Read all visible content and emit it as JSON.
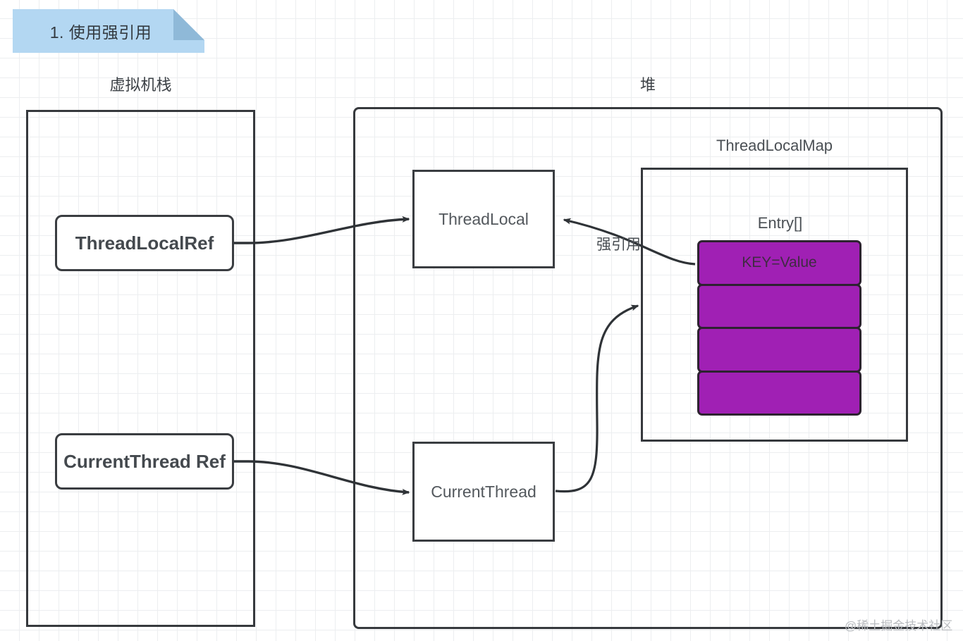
{
  "title": {
    "banner_text": "1. 使用强引用"
  },
  "regions": {
    "stack_caption": "虚拟机栈",
    "heap_caption": "堆"
  },
  "stack": {
    "refs": [
      {
        "name": "threadlocal-ref",
        "line1": "ThreadLocal",
        "line2": "Ref"
      },
      {
        "name": "current-thread-ref",
        "line1": "Current",
        "line2": "Thread Ref"
      }
    ]
  },
  "heap": {
    "threadlocal_box": "ThreadLocal",
    "current_thread_box_line1": "Current",
    "current_thread_box_line2": "Thread",
    "threadlocalmap_label": "ThreadLocalMap",
    "entry_array_label": "Entry[]",
    "entries": [
      {
        "label": "KEY=Value"
      },
      {
        "label": ""
      },
      {
        "label": ""
      },
      {
        "label": ""
      }
    ]
  },
  "edges": {
    "strong_ref_label": "强引用"
  },
  "colors": {
    "banner_fill": "#b3d7f2",
    "banner_fold": "#8fb9d8",
    "entry_fill": "#a020b4",
    "entry_border": "#2d2230",
    "stroke": "#36393d",
    "grid": "#eceef0"
  },
  "watermark": "@稀土掘金技术社区"
}
